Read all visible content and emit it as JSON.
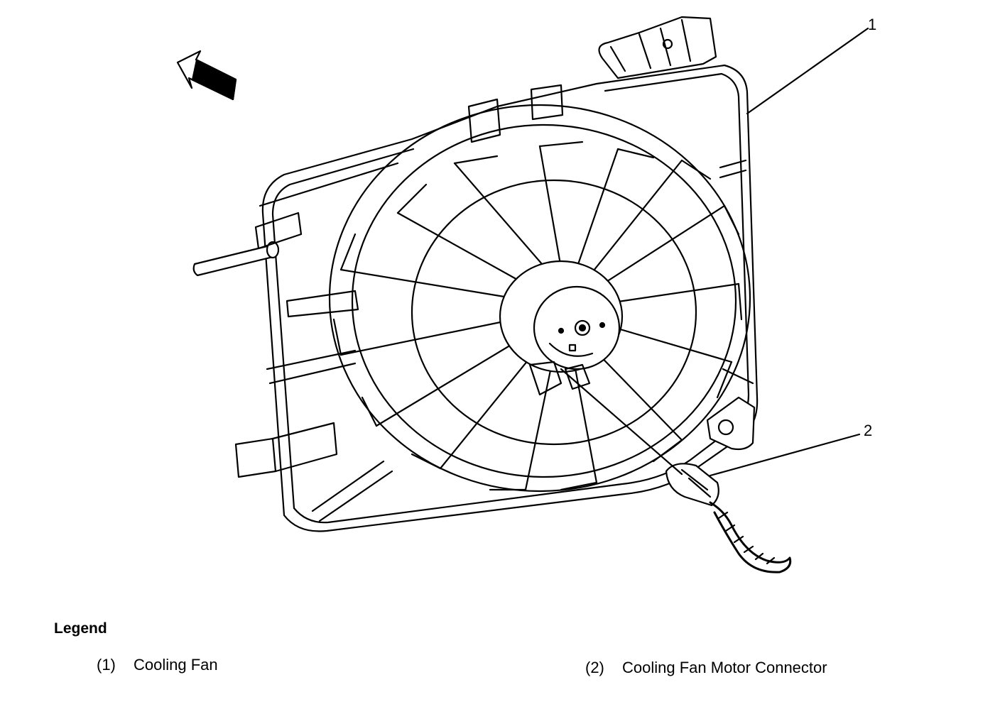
{
  "callouts": [
    {
      "id": "1"
    },
    {
      "id": "2"
    }
  ],
  "legend": {
    "title": "Legend",
    "items": [
      {
        "number": "(1)",
        "label": "Cooling Fan"
      },
      {
        "number": "(2)",
        "label": "Cooling Fan Motor Connector"
      }
    ]
  }
}
